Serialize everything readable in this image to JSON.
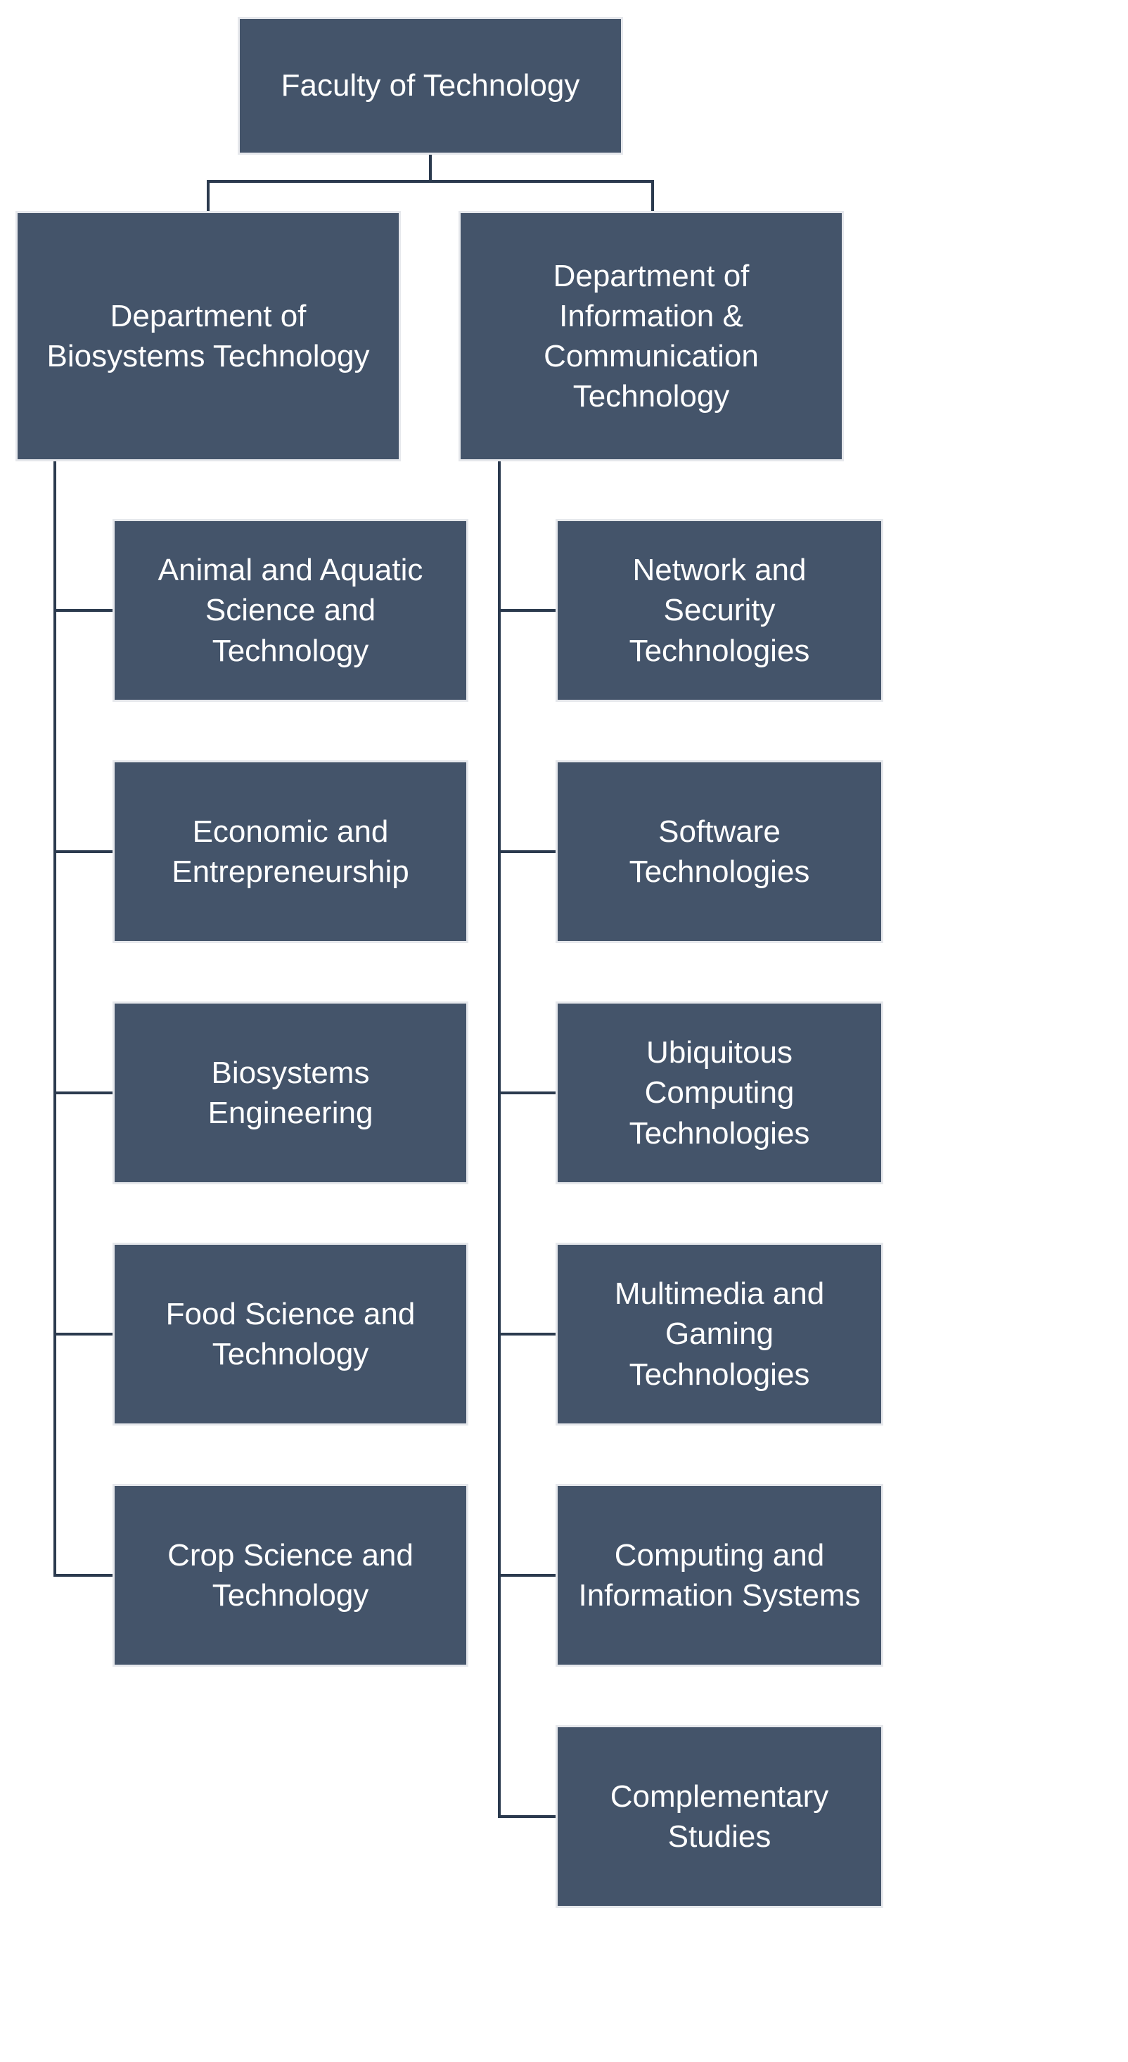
{
  "colors": {
    "box_fill": "#44546a",
    "box_border": "#e6e8ec",
    "connector": "#2b3a4e",
    "text": "#ffffff"
  },
  "root": {
    "label": "Faculty of Technology"
  },
  "departments": [
    {
      "label": "Department of Biosystems Technology",
      "units": [
        "Animal and Aquatic Science and Technology",
        "Economic and Entrepreneurship",
        "Biosystems Engineering",
        "Food Science and Technology",
        "Crop Science and Technology"
      ]
    },
    {
      "label": "Department of Information & Communication Technology",
      "units": [
        "Network and Security Technologies",
        "Software Technologies",
        "Ubiquitous Computing Technologies",
        "Multimedia and Gaming Technologies",
        "Computing and Information Systems",
        "Complementary Studies"
      ]
    }
  ]
}
